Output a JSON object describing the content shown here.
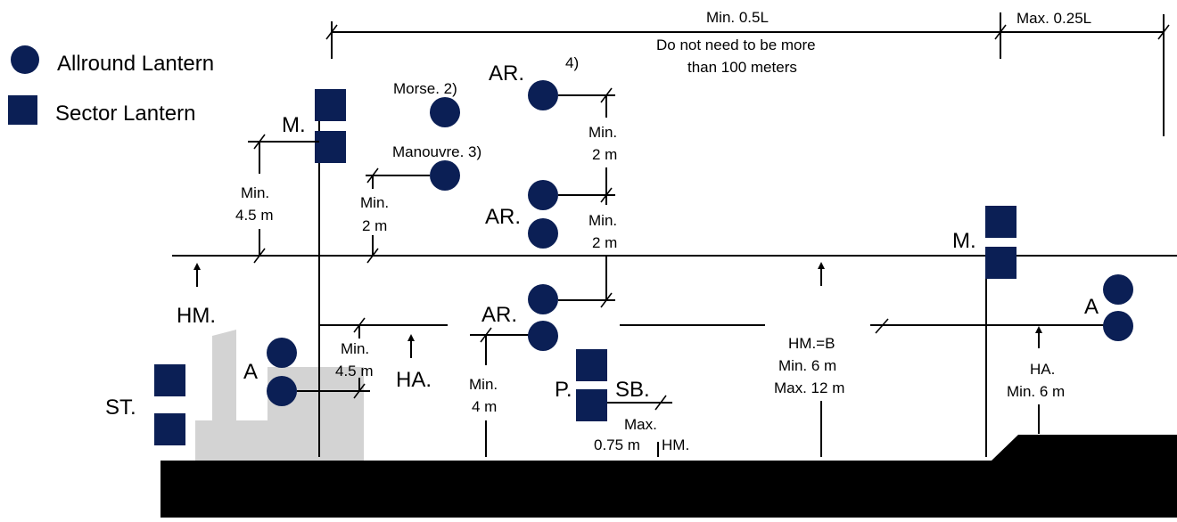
{
  "colors": {
    "lantern": "#0b1f55",
    "hull": "#000000",
    "superstructure": "#d3d3d3",
    "line": "#000000"
  },
  "legend": {
    "allround": {
      "icon": "filled-circle-icon",
      "label": "Allround Lantern"
    },
    "sector": {
      "icon": "filled-square-icon",
      "label": "Sector Lantern"
    }
  },
  "labels": {
    "min_half_length": "Min. 0.5L",
    "max_quarter_length": "Max. 0.25L",
    "not_more_than_line1": "Do not need to be more",
    "not_more_than_line2": "than 100 meters",
    "note4": "4)",
    "morse": "Morse. 2)",
    "manouvre": "Manouvre. 3)",
    "ar_top": "AR.",
    "ar_middle": "AR.",
    "ar_lower": "AR.",
    "m_fwd": "M.",
    "m_aft": "M.",
    "min_45_left_a": "Min.",
    "min_45_left_b": "4.5 m",
    "min_2_left_a": "Min.",
    "min_2_left_b": "2 m",
    "min_2_top_a": "Min.",
    "min_2_top_b": "2 m",
    "min_2_mid_a": "Min.",
    "min_2_mid_b": "2 m",
    "hm": "HM.",
    "ha_mid": "HA.",
    "min_45_mid_a": "Min.",
    "min_45_mid_b": "4.5 m",
    "a_left": "A",
    "a_right": "A",
    "st": "ST.",
    "min_4_a": "Min.",
    "min_4_b": "4 m",
    "p": "P.",
    "sb": "SB.",
    "max_075_a": "Max.",
    "max_075_b": "0.75 m",
    "max_075_c": "HM.",
    "hm_b_a": "HM.=B",
    "hm_b_b": "Min. 6 m",
    "hm_b_c": "Max. 12 m",
    "ha_right_a": "HA.",
    "ha_right_b": "Min. 6 m"
  }
}
